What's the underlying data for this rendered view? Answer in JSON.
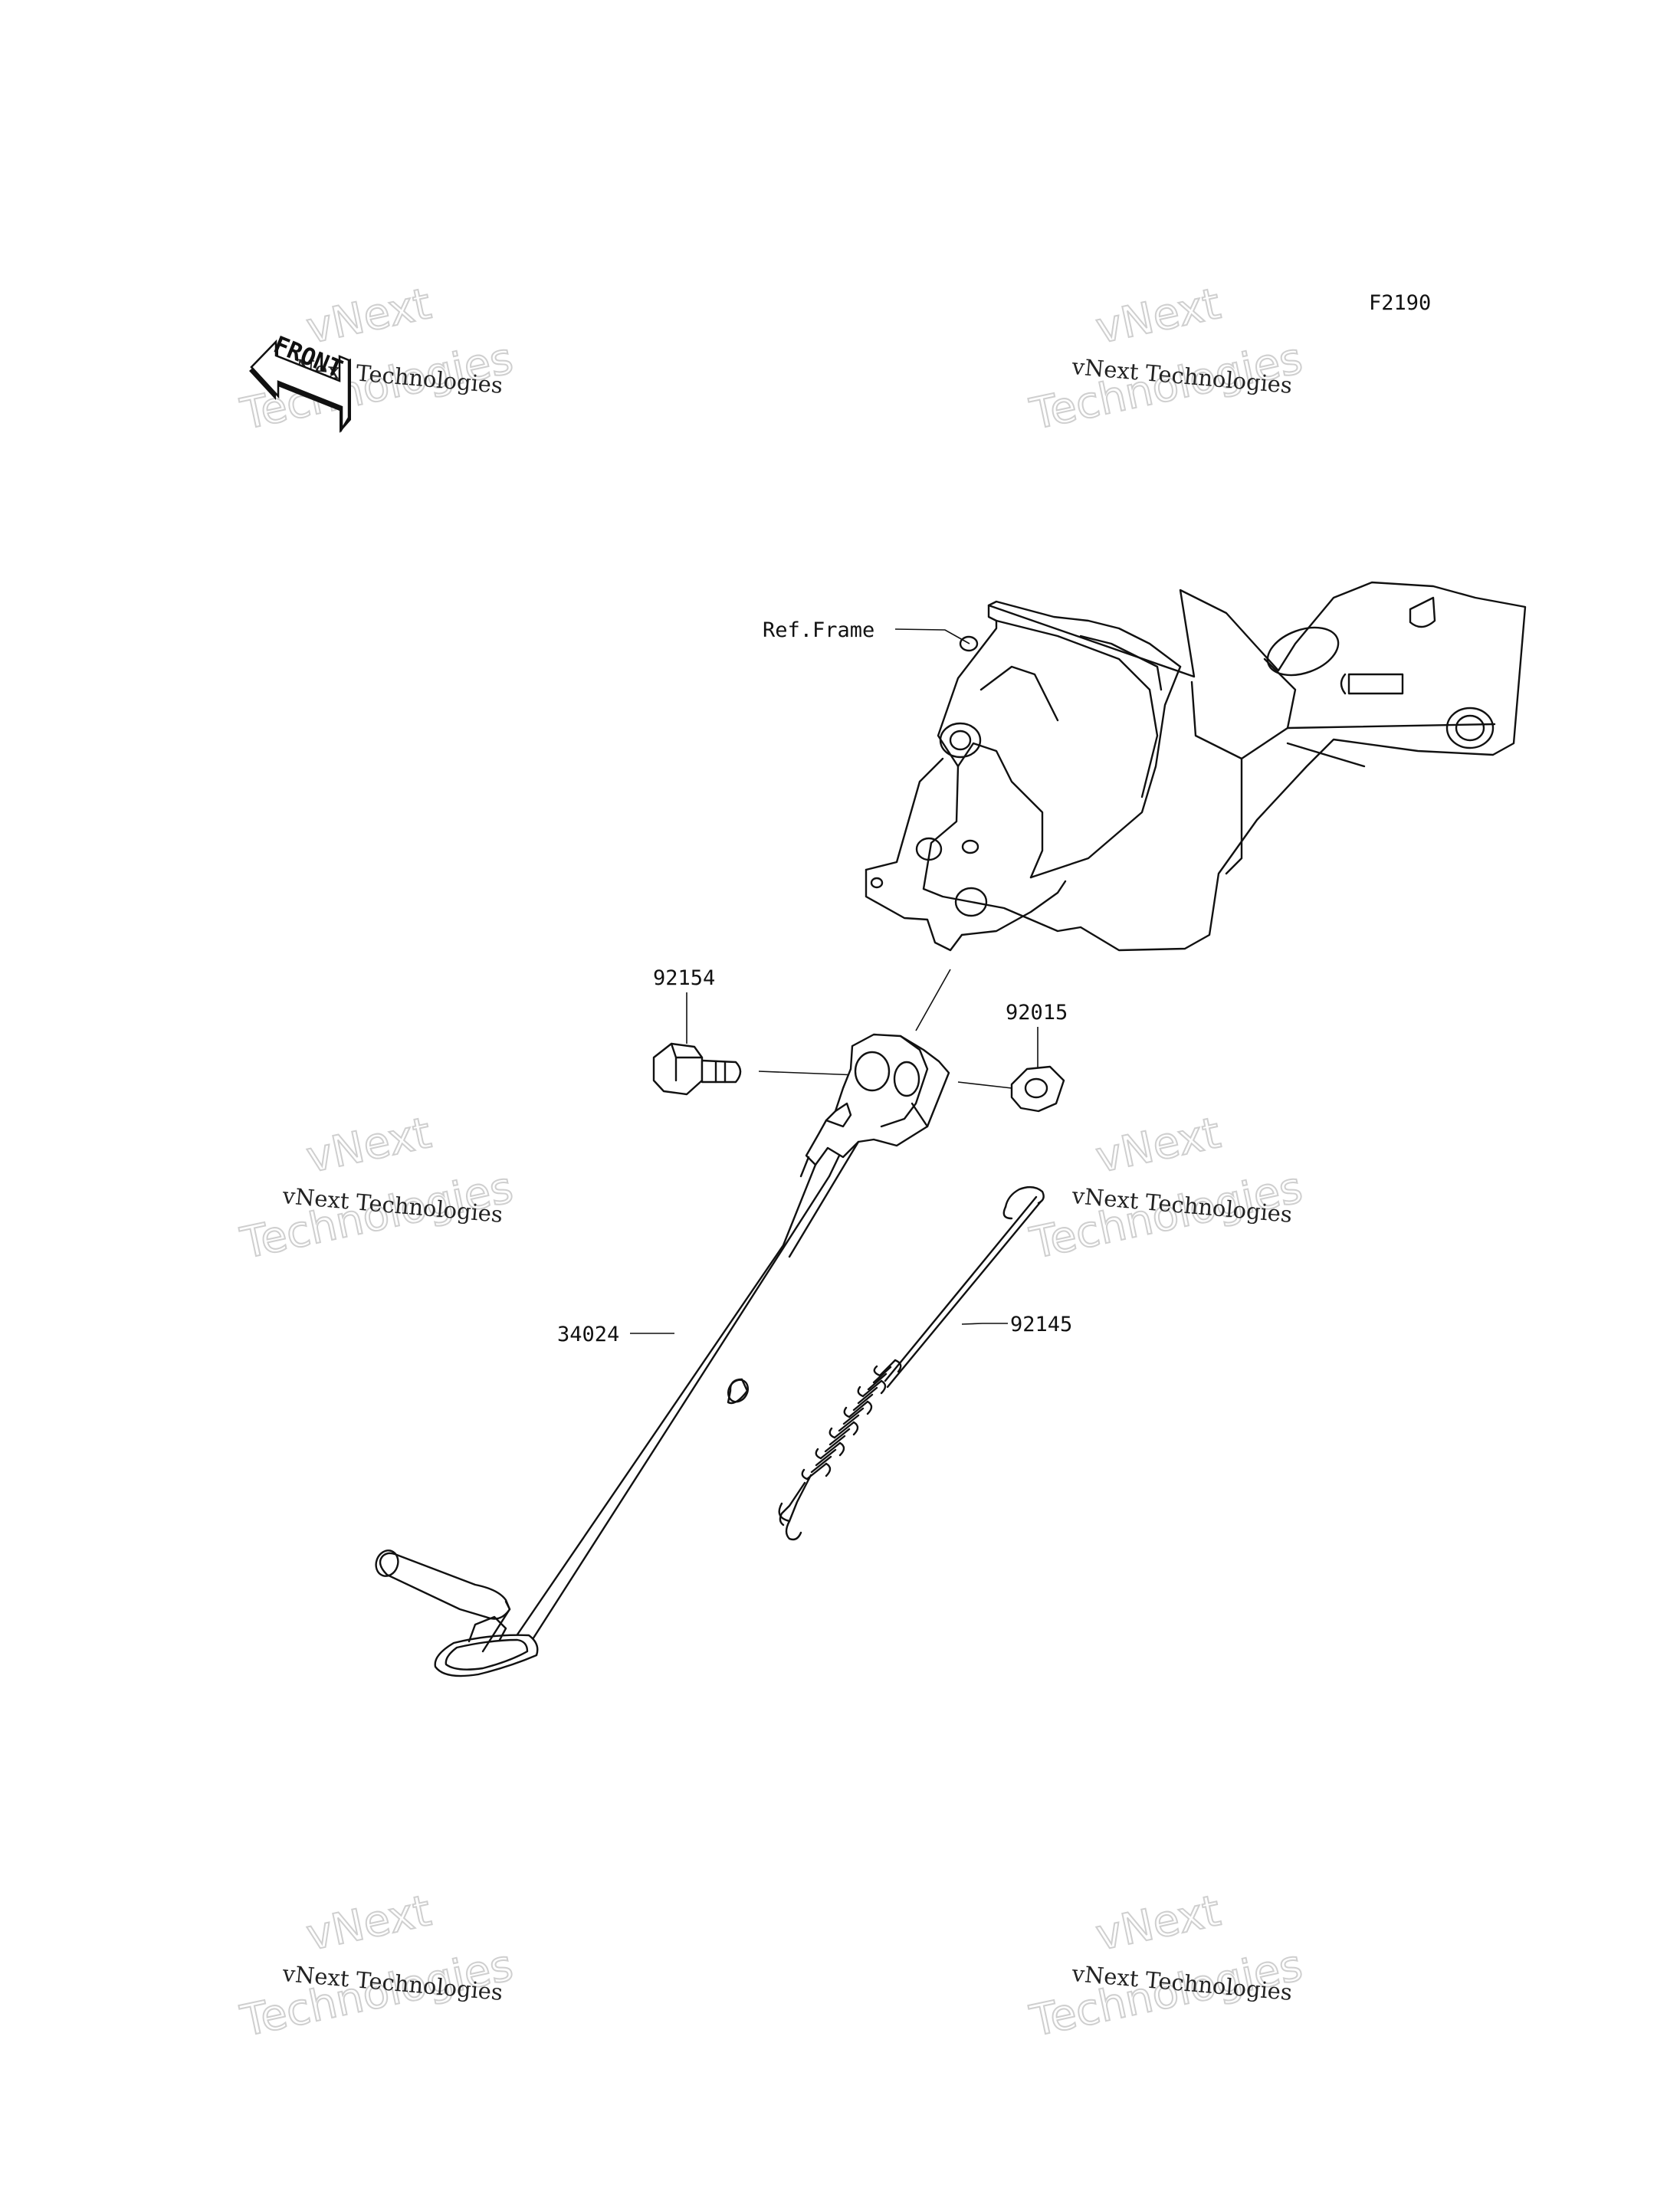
{
  "diagram_code": "F2190",
  "front_arrow": {
    "text": "FRONT",
    "icon": "front-direction-arrow-icon"
  },
  "watermark": {
    "line1": "vNext Technologies",
    "line2a": "vNext",
    "line2b": "Technologies"
  },
  "parts": {
    "ref_frame": "Ref.Frame",
    "bolt": "92154",
    "nut": "92015",
    "spring": "92145",
    "stand": "34024"
  }
}
